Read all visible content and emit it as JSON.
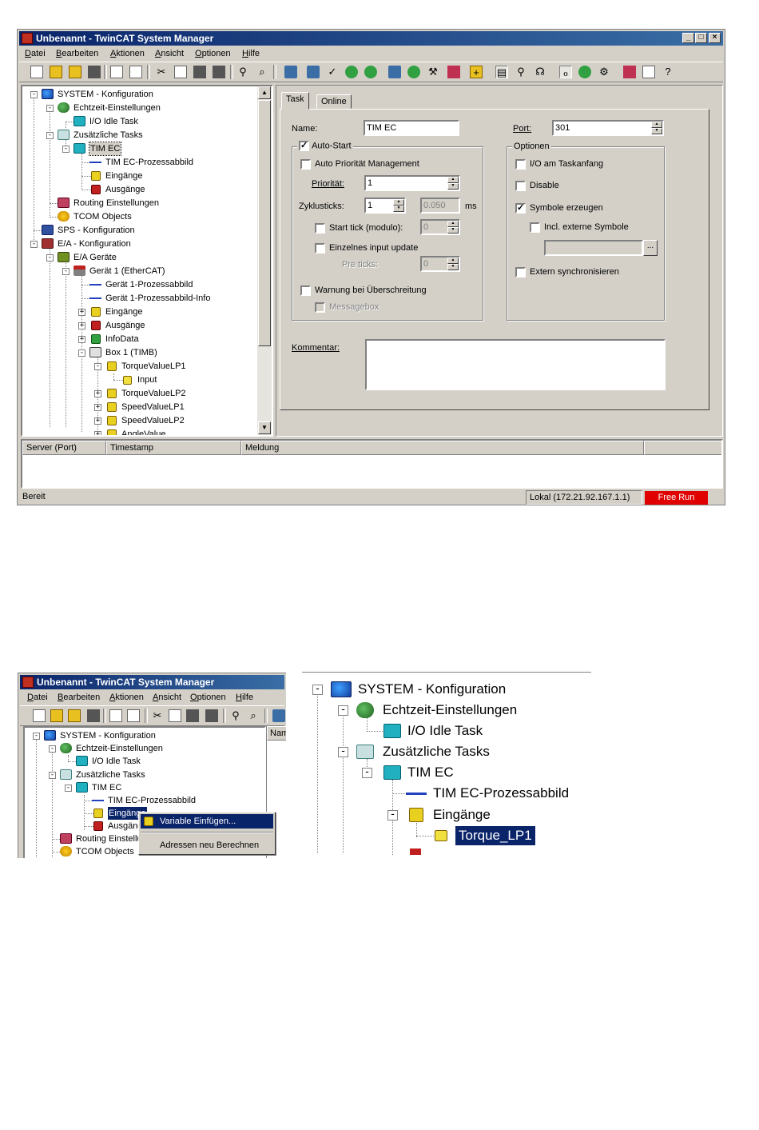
{
  "window": {
    "title": "Unbenannt - TwinCAT System Manager",
    "buttons": [
      "_",
      "□",
      "×"
    ]
  },
  "menu": [
    "Datei",
    "Bearbeiten",
    "Aktionen",
    "Ansicht",
    "Optionen",
    "Hilfe"
  ],
  "tree": {
    "system": "SYSTEM - Konfiguration",
    "echtzeit": "Echtzeit-Einstellungen",
    "io_idle": "I/O Idle Task",
    "zusatz": "Zusätzliche Tasks",
    "tim_ec": "TIM EC",
    "tim_ec_img": "TIM EC-Prozessabbild",
    "eingaenge": "Eingänge",
    "ausgaenge": "Ausgänge",
    "routing": "Routing Einstellungen",
    "tcom": "TCOM Objects",
    "sps": "SPS - Konfiguration",
    "ea": "E/A - Konfiguration",
    "ea_geraete": "E/A Geräte",
    "geraet1": "Gerät 1 (EtherCAT)",
    "geraet1_img": "Gerät 1-Prozessabbild",
    "geraet1_img_info": "Gerät 1-Prozessabbild-Info",
    "dev_eingaenge": "Eingänge",
    "dev_ausgaenge": "Ausgänge",
    "infodata": "InfoData",
    "box1": "Box 1 (TIMB)",
    "torque_lp1": "TorqueValueLP1",
    "input": "Input",
    "torque_lp2": "TorqueValueLP2",
    "speed_lp1": "SpeedValueLP1",
    "speed_lp2": "SpeedValueLP2",
    "angle": "AngleValue"
  },
  "task_panel": {
    "tabs": [
      "Task",
      "Online"
    ],
    "name_label": "Name:",
    "name_value": "TIM EC",
    "port_label": "Port:",
    "port_value": "301",
    "auto_start": "Auto-Start",
    "auto_prio": "Auto Priorität Management",
    "prio_label": "Priorität:",
    "prio_value": "1",
    "zyklus_label": "Zyklusticks:",
    "zyklus_value": "1",
    "zyklus_ms_value": "0.050",
    "ms_unit": "ms",
    "start_tick": "Start tick (modulo):",
    "start_tick_value": "0",
    "einzel": "Einzelnes input update",
    "pre_ticks": "Pre ticks:",
    "pre_ticks_value": "0",
    "warnung": "Warnung bei Überschreitung",
    "messagebox": "Messagebox",
    "optionen": "Optionen",
    "io_anfang": "I/O am Taskanfang",
    "disable": "Disable",
    "symbole": "Symbole erzeugen",
    "incl_symbole": "Incl. externe Symbole",
    "browse_btn": "...",
    "extern_sync": "Extern synchronisieren",
    "kommentar": "Kommentar:"
  },
  "log": {
    "columns": [
      "Server (Port)",
      "Timestamp",
      "Meldung"
    ]
  },
  "statusbar": {
    "ready": "Bereit",
    "lokal": "Lokal (172.21.92.167.1.1)",
    "mode": "Free Run",
    "mode_color": "#e00000"
  },
  "small": {
    "title": "Unbenannt - TwinCAT System Manager",
    "menu": [
      "Datei",
      "Bearbeiten",
      "Aktionen",
      "Ansicht",
      "Optionen",
      "Hilfe"
    ],
    "tree": [
      "SYSTEM - Konfiguration",
      "Echtzeit-Einstellungen",
      "I/O Idle Task",
      "Zusätzliche Tasks",
      "TIM EC",
      "TIM EC-Prozessabbild",
      "Eingänge",
      "Ausgänge",
      "Routing Einstellu",
      "TCOM Objects"
    ],
    "column_header": "Nam",
    "context_menu": [
      "Variable Einfügen...",
      "Adressen neu Berechnen"
    ]
  },
  "zoom": {
    "tree": [
      "SYSTEM - Konfiguration",
      "Echtzeit-Einstellungen",
      "I/O Idle Task",
      "Zusätzliche Tasks",
      "TIM EC",
      "TIM EC-Prozessabbild",
      "Eingänge",
      "Torque_LP1"
    ]
  }
}
